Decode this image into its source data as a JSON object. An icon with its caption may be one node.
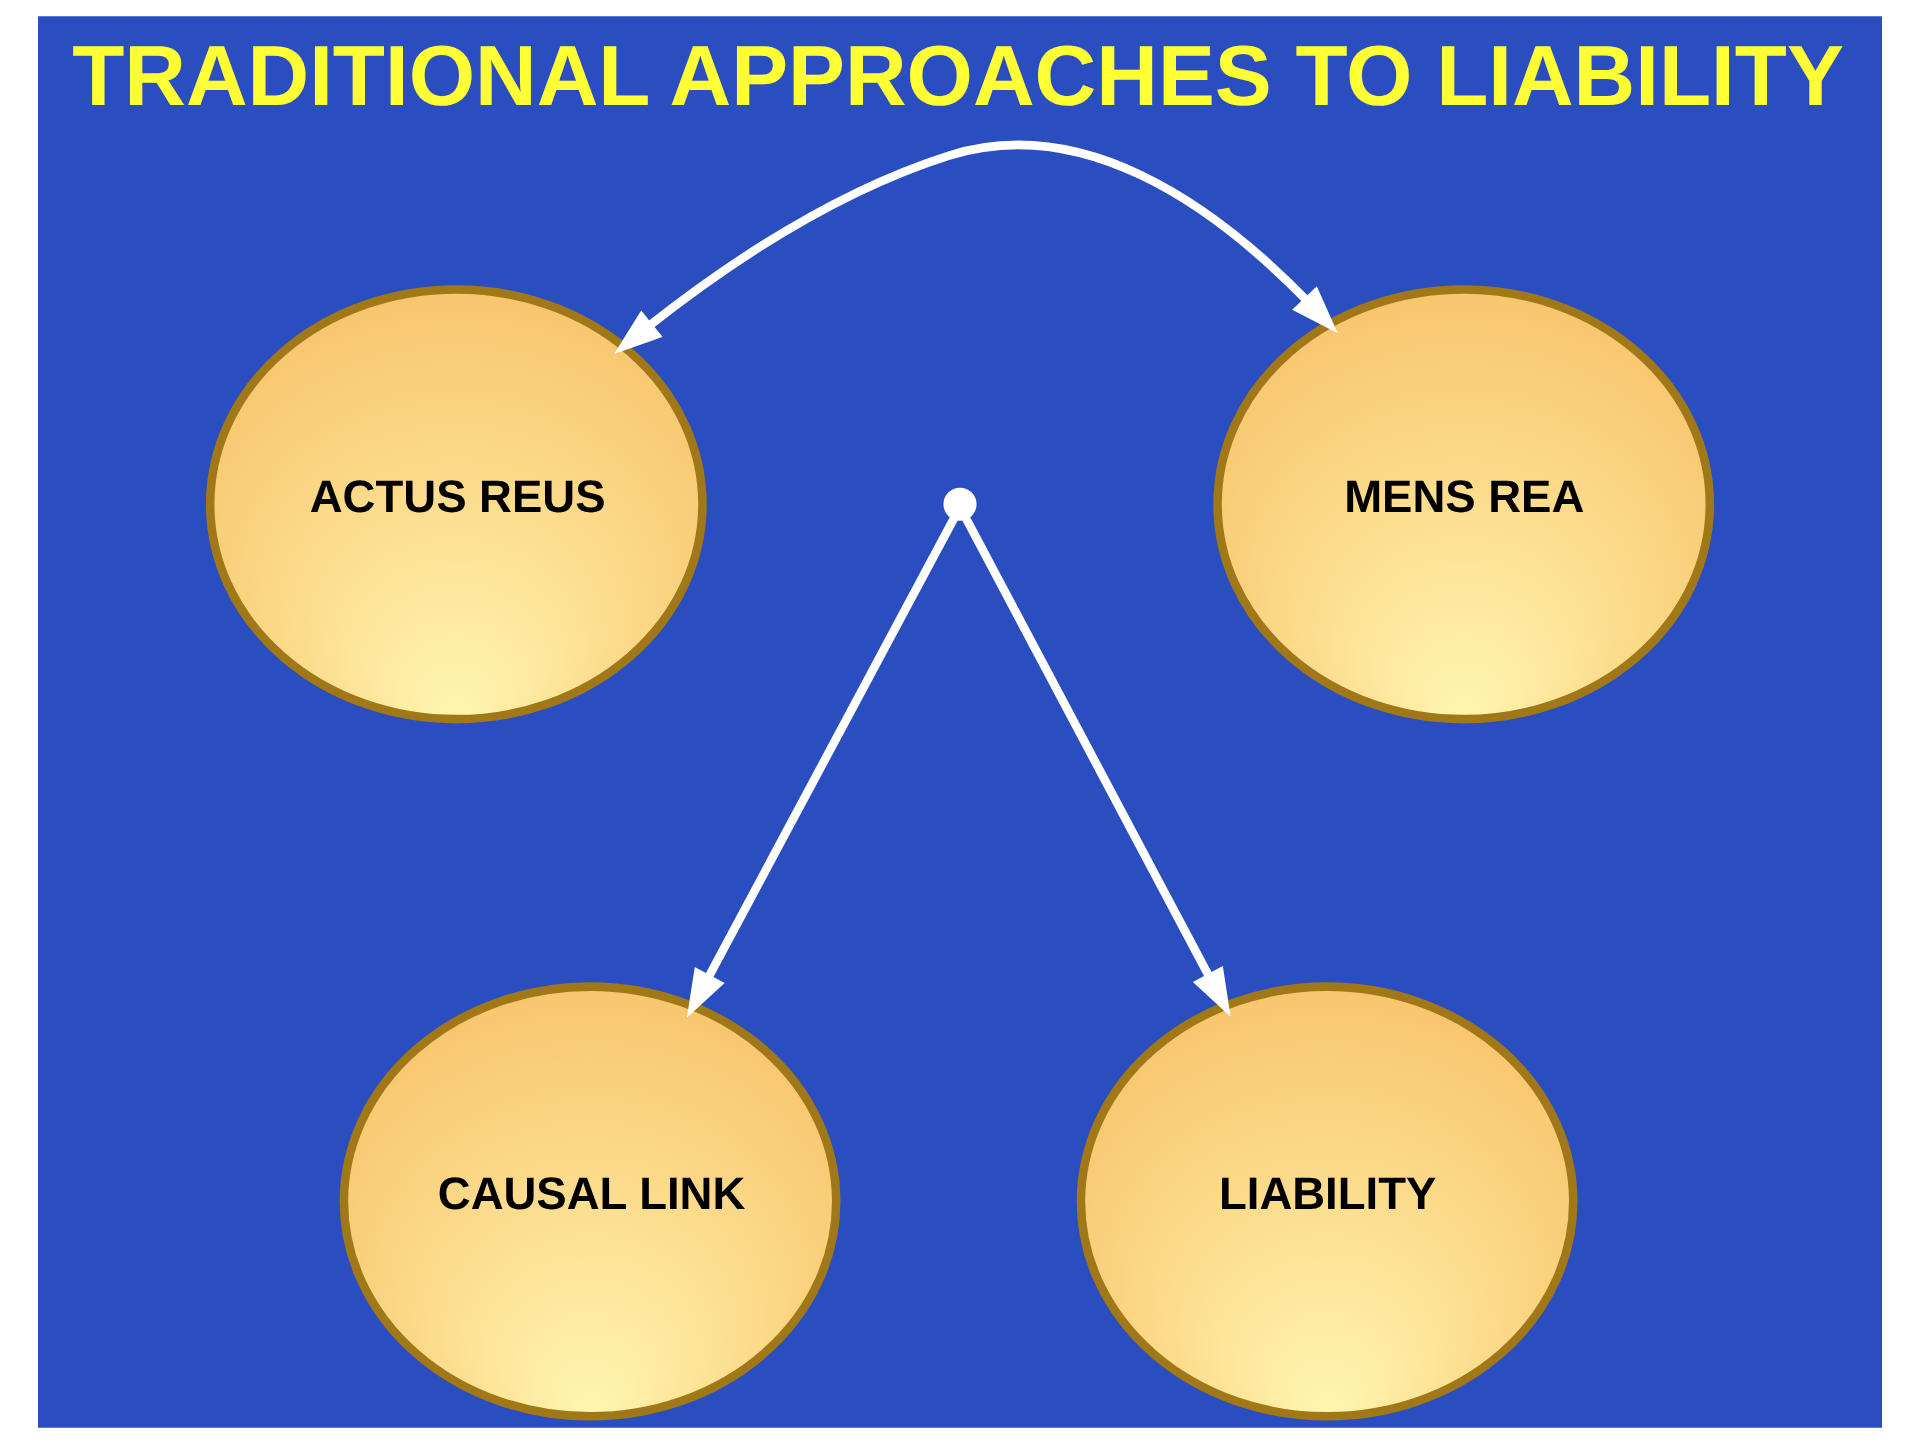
{
  "diagram": {
    "title": "TRADITIONAL APPROACHES TO LIABILITY",
    "nodes": [
      {
        "text": [
          "ACTUS REUS"
        ]
      },
      {
        "text": [
          "MENS REA"
        ]
      },
      {
        "text": [
          "CAUSAL LINK"
        ]
      },
      {
        "text": [
          "LIABILITY"
        ]
      },
      {
        "text": [],
        "shape": "point"
      }
    ],
    "edges": [
      {
        "from": 0,
        "to": 1,
        "arrow": "both"
      },
      {
        "from": 4,
        "to": 2,
        "arrow": "to"
      },
      {
        "from": 4,
        "to": 3,
        "arrow": "to"
      }
    ]
  }
}
